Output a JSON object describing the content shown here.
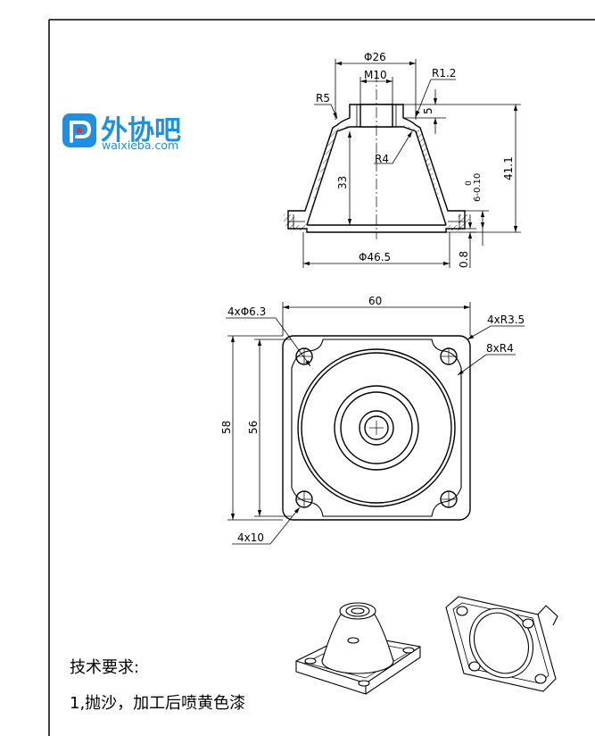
{
  "logo": {
    "icon": "p-logo-icon",
    "name": "外协吧",
    "url": "waixieba.com",
    "color": "#1f8fe0"
  },
  "side_view": {
    "dia_top": "Φ26",
    "thread": "M10",
    "radius_top": "R1.2",
    "radius_left": "R5",
    "depth": "5",
    "radius_inner": "R4",
    "height_inner": "33",
    "tolerance_upper": "0",
    "tolerance_lower": "6-0.10",
    "height_total": "41.1",
    "dia_base": "Φ46.5",
    "flange": "0.8"
  },
  "top_view": {
    "width": "60",
    "holes": "4xΦ6.3",
    "corner_radius": "4xR3.5",
    "fillets": "8xR4",
    "height_outer": "58",
    "height_inner": "56",
    "slots": "4x10"
  },
  "notes": {
    "title": "技术要求:",
    "item1": "1,抛沙，加工后喷黄色漆"
  }
}
